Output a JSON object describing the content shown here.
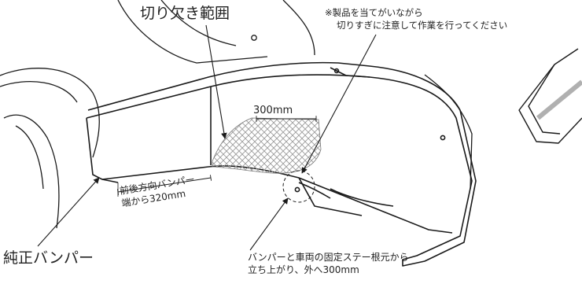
{
  "labels": {
    "cut_range": "切り欠き範囲",
    "note_line1": "※製品を当てがいながら",
    "note_line2": "切りすぎに注意して作業を行ってください",
    "width_300": "300mm",
    "offset_line1": "前後方向バンパー",
    "offset_line2": "端から320mm",
    "bumper": "純正バンパー",
    "stay_line1": "バンパーと車両の固定ステー根元から",
    "stay_line2": "立ち上がり、外へ300mm"
  },
  "icons": {
    "callout_arrows": "arrow-icon",
    "detail_circle": "dashed-circle-icon",
    "product_part": "product-piece-icon"
  },
  "colors": {
    "line": "#1a1a1a",
    "hatch": "#9a9a9a",
    "product_stripe": "#b0b0b0"
  }
}
